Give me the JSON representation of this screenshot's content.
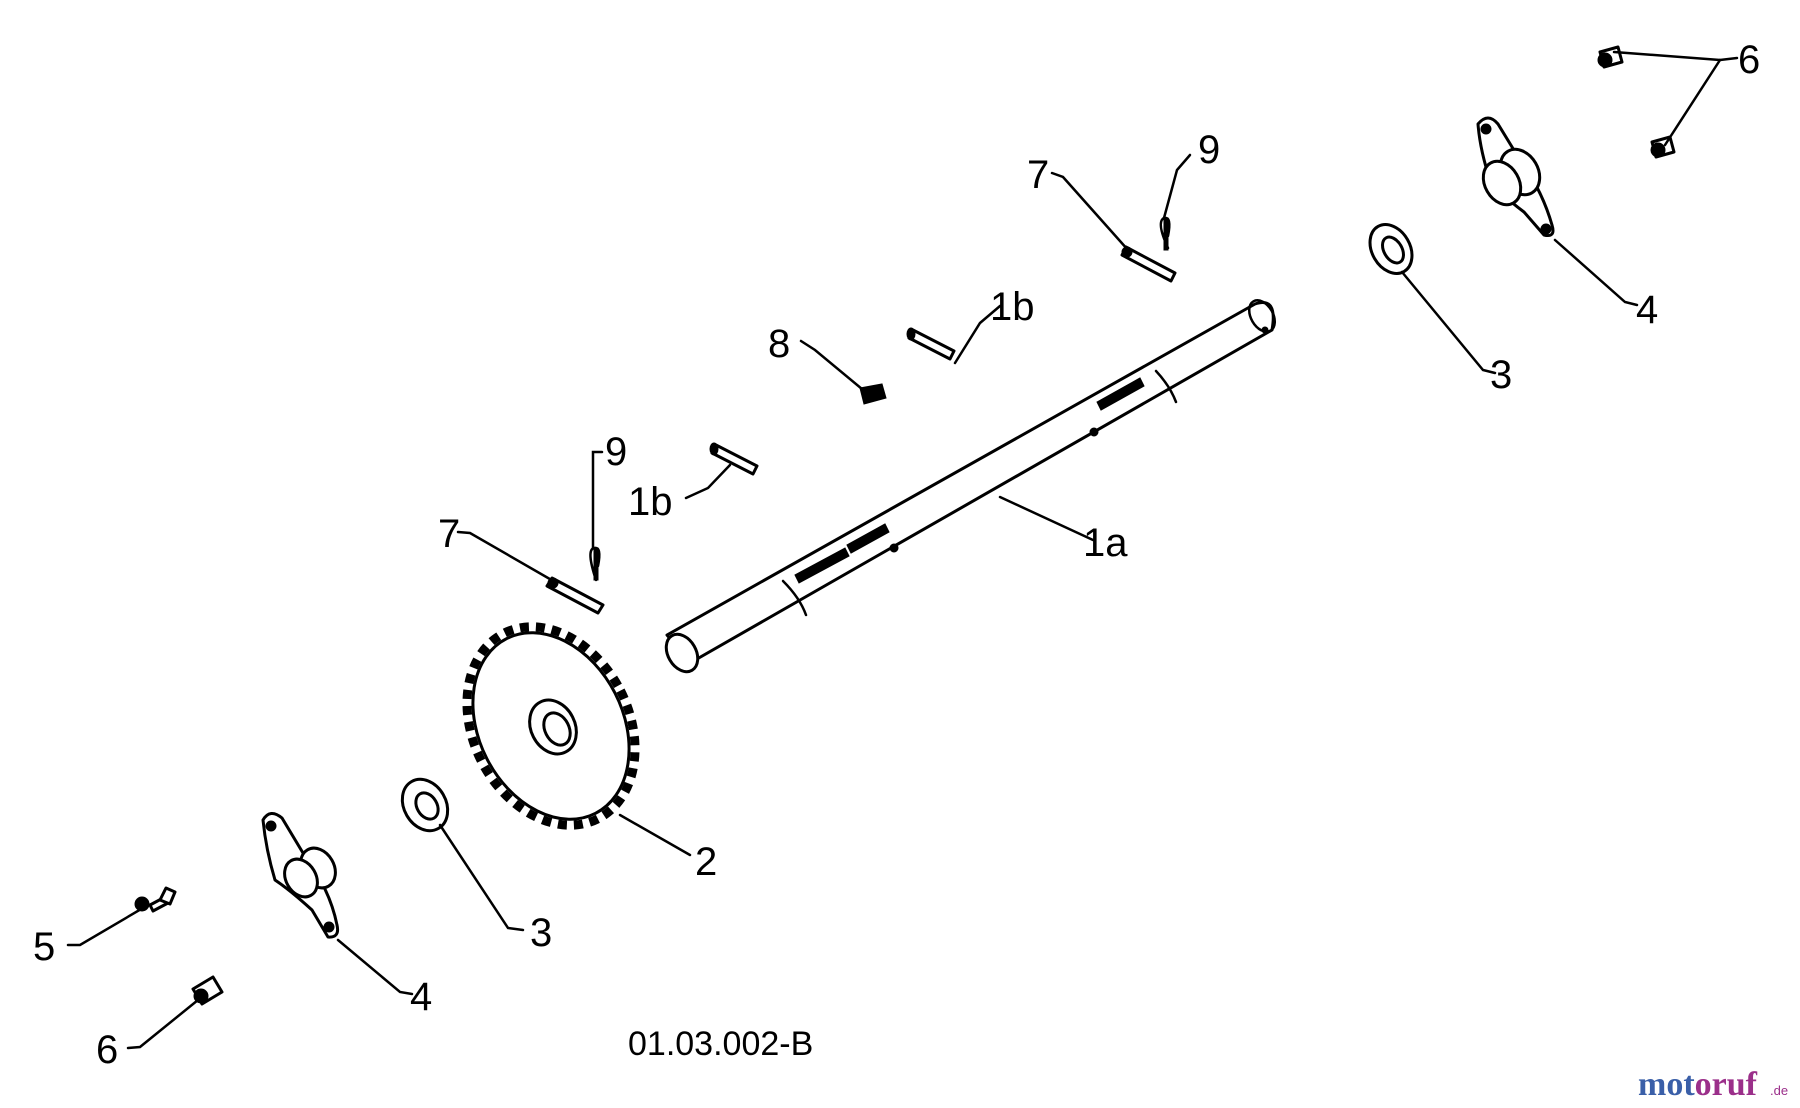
{
  "diagram": {
    "drawing_code": "01.03.002-B",
    "callouts": {
      "shaft": "1a",
      "key_upper": "1b",
      "key_lower": "1b",
      "sprocket": "2",
      "washer_right": "3",
      "washer_left": "3",
      "bearing_flange_right": "4",
      "bearing_flange_left": "4",
      "bolt": "5",
      "nut_top": "6",
      "nut_bottom": "6",
      "pin_right": "7",
      "pin_left": "7",
      "key_small": "8",
      "clip_right": "9",
      "clip_left": "9"
    }
  },
  "watermark": {
    "brand_part1": "mot",
    "brand_part2": "oruf",
    "brand_suffix": ".de",
    "colors": {
      "part1": "#3a5fa8",
      "part2": "#9b2f8a"
    }
  }
}
